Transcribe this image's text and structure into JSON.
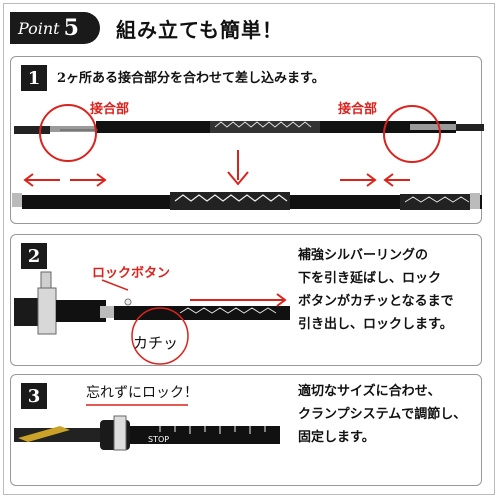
{
  "header": {
    "point_word": "Point",
    "point_number": "5",
    "headline": "組み立ても簡単！"
  },
  "step1": {
    "number": "1",
    "text": "2ヶ所ある接合部分を合わせて差し込みます。",
    "joint_label_left": "接合部",
    "joint_label_right": "接合部"
  },
  "step2": {
    "number": "2",
    "lock_button_label": "ロックボタン",
    "click_label": "カチッ",
    "description": [
      "補強シルバーリングの",
      "下を引き延ばし、ロック",
      "ボタンがカチッとなるまで",
      "引き出し、ロックします。"
    ]
  },
  "step3": {
    "number": "3",
    "note": "忘れずにロック！",
    "description": [
      "適切なサイズに合わせ、",
      "クランプシステムで調節し、",
      "固定します。"
    ],
    "scale_text": "STOP"
  },
  "colors": {
    "accent_red": "#d9231f",
    "badge": "#1a1a1a"
  }
}
